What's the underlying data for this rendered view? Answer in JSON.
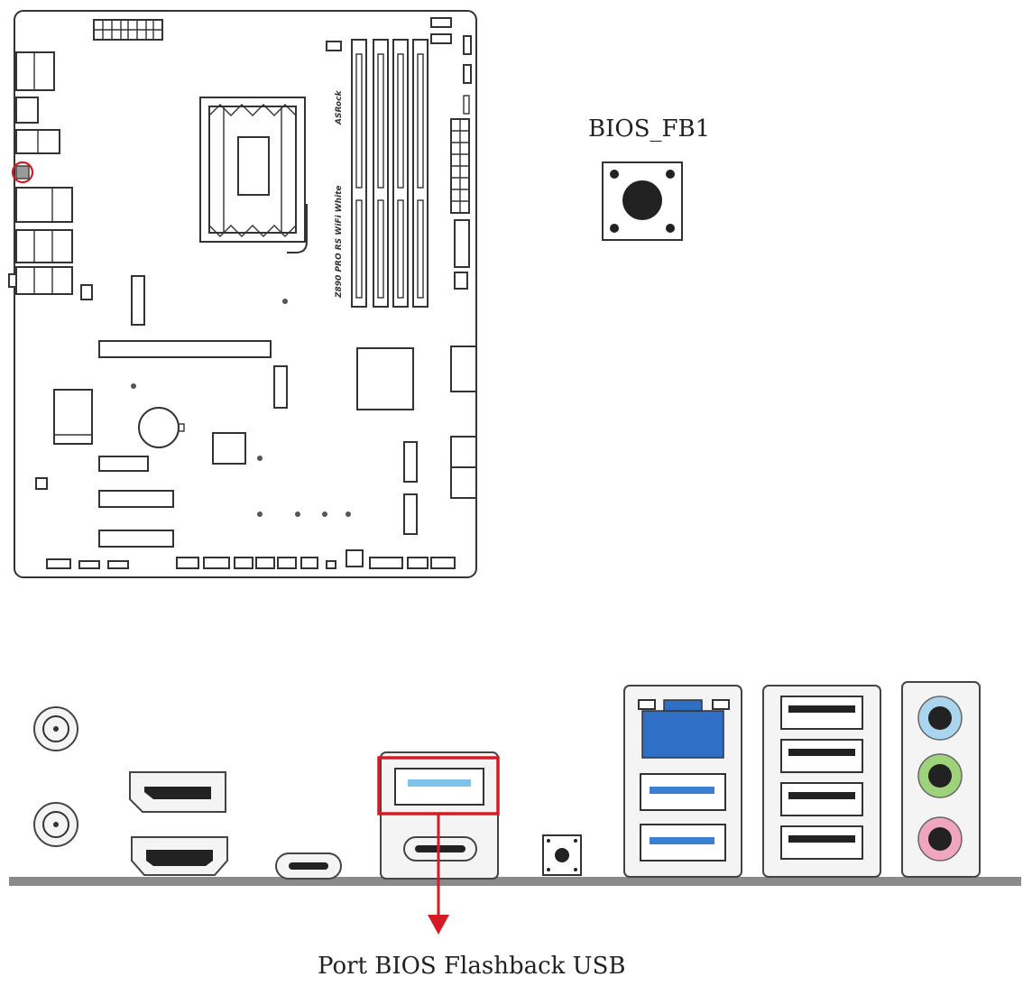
{
  "labels": {
    "bios_button": "BIOS_FB1",
    "flashback_port": "Port BIOS Flashback USB"
  },
  "board": {
    "brand_mark": "ASRock",
    "model_mark": "Z890 PRO RS WiFi White"
  },
  "colors": {
    "highlight": "#d41c24",
    "usb3_blue": "#3b7fd0",
    "usb_flashback_light_blue": "#7ec4ea",
    "ethernet_blue": "#2f6fc6",
    "audio_line_in": "#a9d6ee",
    "audio_line_out": "#9fd37b",
    "audio_mic": "#f0a6bf",
    "outline": "#333333"
  },
  "icons": [
    "antenna-connector-icon",
    "displayport-icon",
    "hdmi-icon",
    "usb-c-icon",
    "usb-a-icon",
    "ethernet-icon",
    "audio-jack-icon",
    "push-button-icon",
    "arrow-down-icon"
  ]
}
